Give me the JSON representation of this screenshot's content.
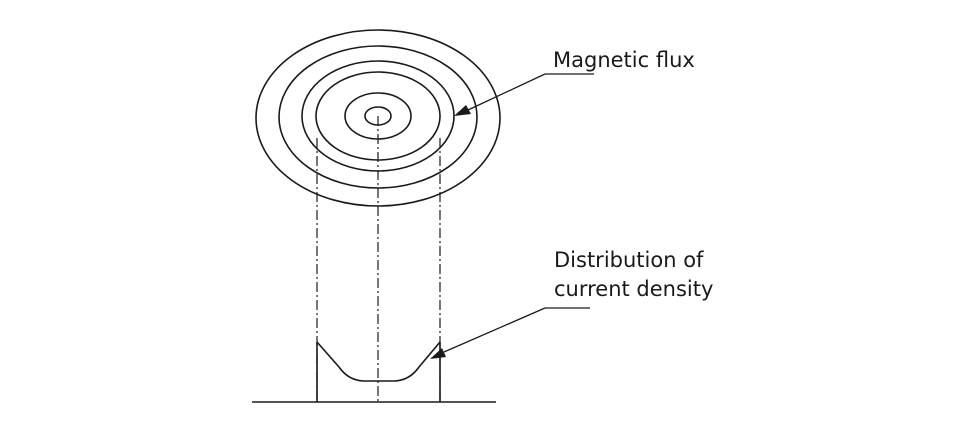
{
  "labels": {
    "magnetic_flux": "Magnetic flux",
    "distribution_line1": "Distribution of",
    "distribution_line2": "current density"
  },
  "colors": {
    "ink": "#1a1a1a",
    "background": "#ffffff"
  }
}
